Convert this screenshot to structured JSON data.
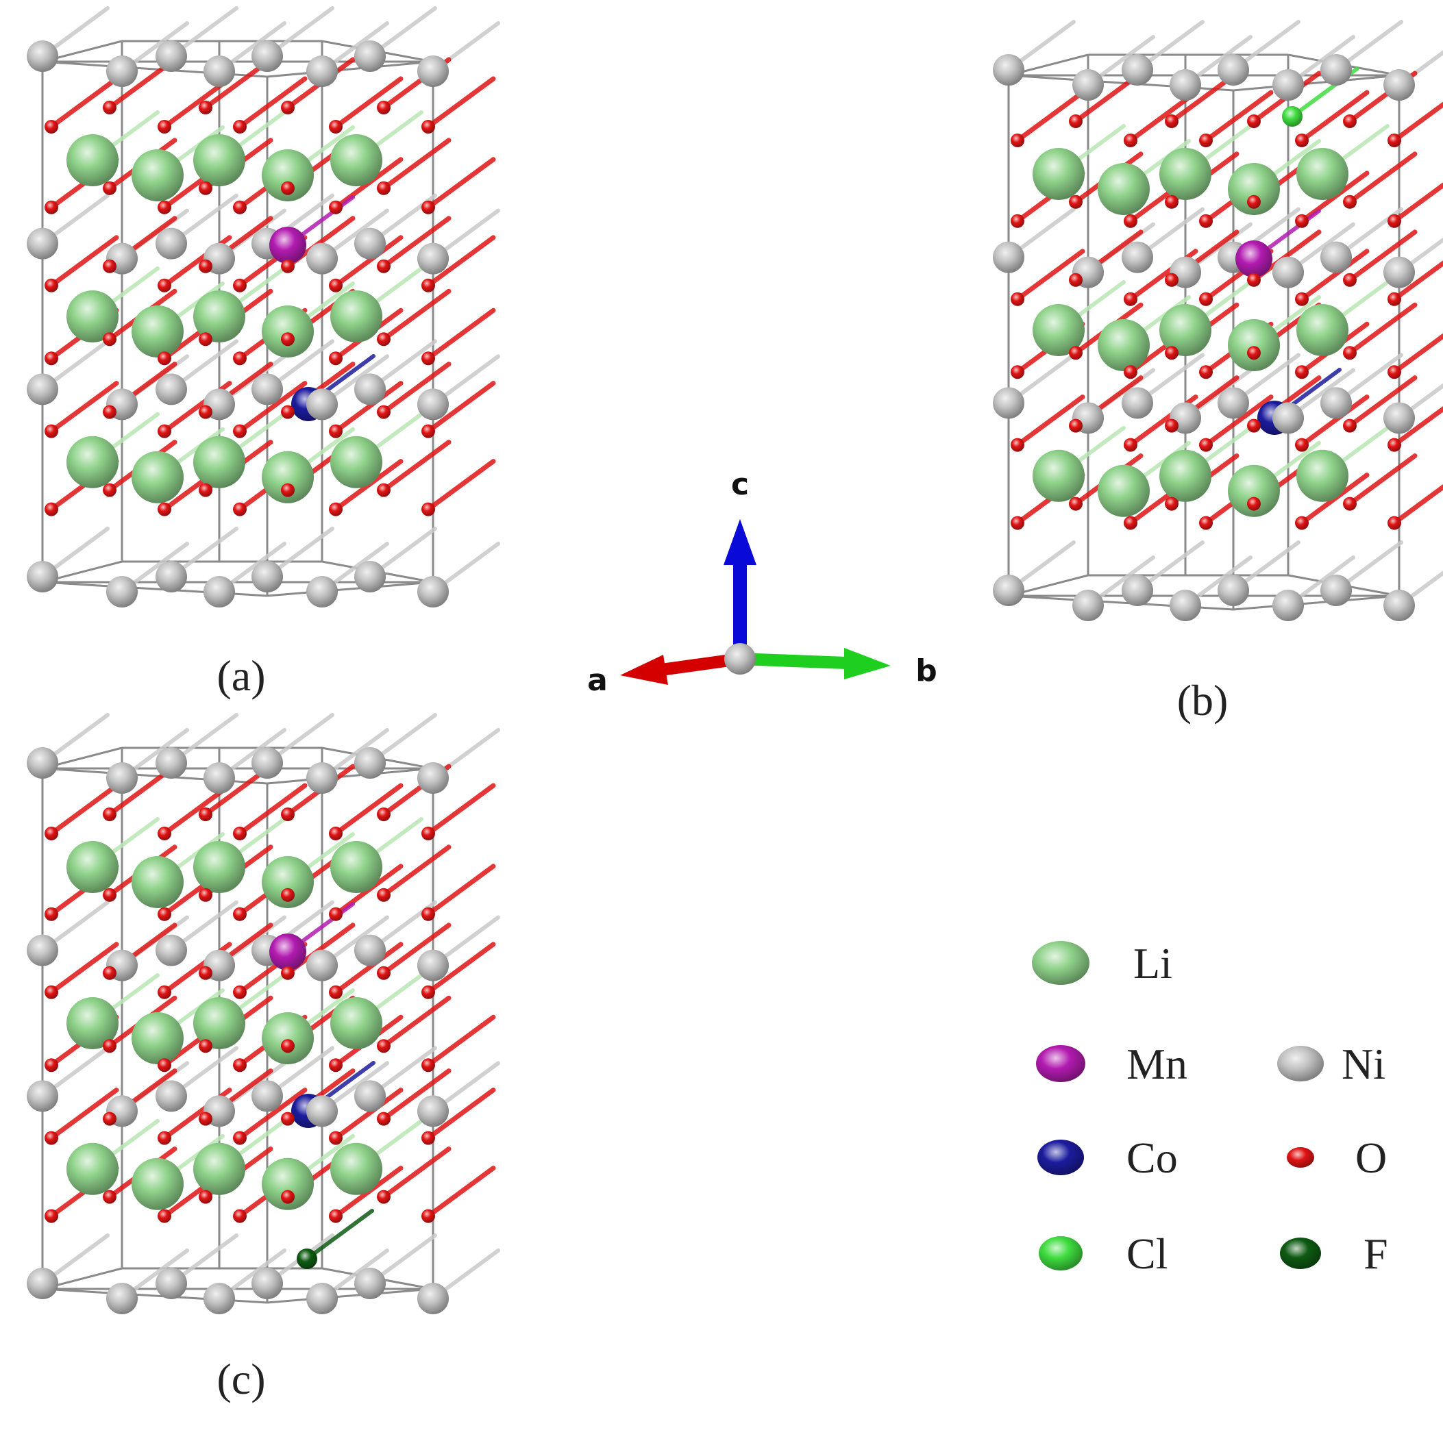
{
  "panels": [
    {
      "id": "a",
      "label": "(a)",
      "variant": "pristine"
    },
    {
      "id": "b",
      "label": "(b)",
      "variant": "cl-doped"
    },
    {
      "id": "c",
      "label": "(c)",
      "variant": "f-doped"
    }
  ],
  "axes": {
    "a": {
      "label": "a",
      "color": "#d40000"
    },
    "b": {
      "label": "b",
      "color": "#1fcf1f"
    },
    "c": {
      "label": "c",
      "color": "#0a0ad8"
    },
    "origin_color": "#c8c8c8"
  },
  "legend": [
    {
      "symbol": "Li",
      "label": "Li",
      "color": "#8fd28a"
    },
    {
      "symbol": "Mn",
      "label": "Mn",
      "color": "#b21bb0"
    },
    {
      "symbol": "Ni",
      "label": "Ni",
      "color": "#c4c4c4"
    },
    {
      "symbol": "Co",
      "label": "Co",
      "color": "#1c1c9e"
    },
    {
      "symbol": "O",
      "label": "O",
      "color": "#e01414"
    },
    {
      "symbol": "Cl",
      "label": "Cl",
      "color": "#3fdc3f"
    },
    {
      "symbol": "F",
      "label": "F",
      "color": "#0e5a12"
    }
  ]
}
